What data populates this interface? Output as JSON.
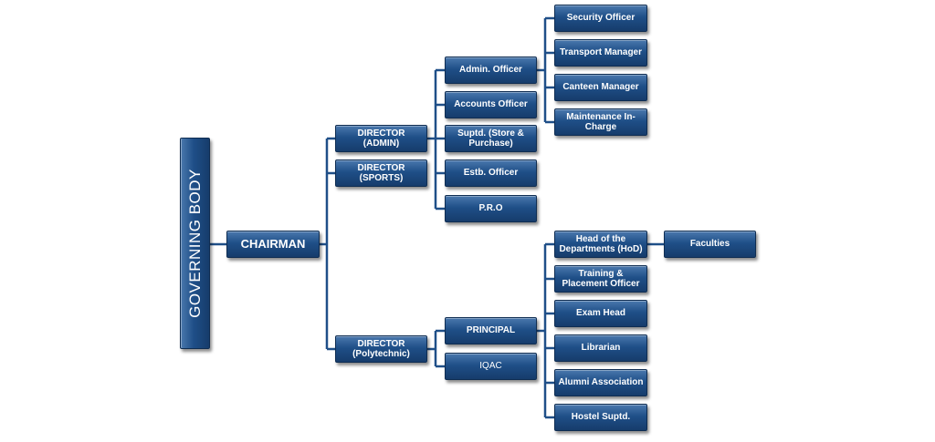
{
  "governing_body": "GOVERNING BODY",
  "chairman": "CHAIRMAN",
  "directors": {
    "admin": "DIRECTOR (ADMIN)",
    "sports": "DIRECTOR (SPORTS)",
    "polytechnic": "DIRECTOR (Polytechnic)"
  },
  "admin_branch": {
    "admin_officer": "Admin. Officer",
    "accounts_officer": "Accounts Officer",
    "supdt_store": "Suptd. (Store & Purchase)",
    "estb_officer": "Estb. Officer",
    "pro": "P.R.O"
  },
  "admin_officer_reports": {
    "security_officer": "Security Officer",
    "transport_manager": "Transport  Manager",
    "canteen_manager": "Canteen Manager",
    "maintenance": "Maintenance In-Charge"
  },
  "polytechnic_branch": {
    "principal": "PRINCIPAL",
    "iqac": "IQAC"
  },
  "principal_reports": {
    "hod": "Head of the Departments (HoD)",
    "training": "Training & Placement Officer",
    "exam_head": "Exam Head",
    "librarian": "Librarian",
    "alumni": "Alumni Association",
    "hostel": "Hostel  Suptd."
  },
  "faculties": "Faculties",
  "colors": {
    "box_top": "#4a78ad",
    "box_mid": "#1f4f88",
    "box_bottom": "#163c6b",
    "connector": "#1f4f88"
  }
}
